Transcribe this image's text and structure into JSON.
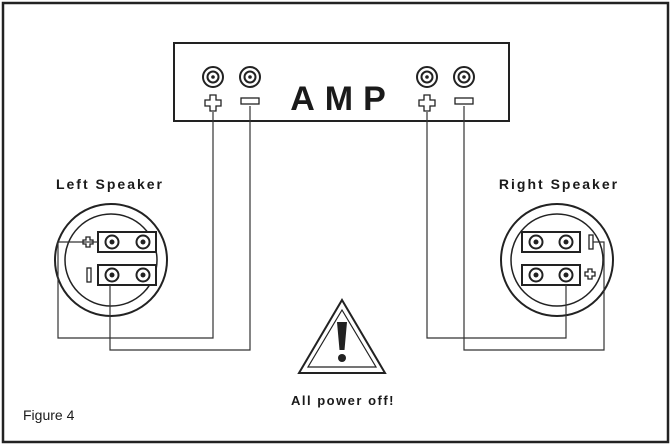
{
  "amp": {
    "label": "AMP"
  },
  "left_speaker": {
    "label": "Left Speaker"
  },
  "right_speaker": {
    "label": "Right Speaker"
  },
  "warning": {
    "text": "All power off!"
  },
  "figure": {
    "label": "Figure 4"
  },
  "colors": {
    "line": "#222222",
    "wire": "#333333",
    "background": "#ffffff"
  }
}
